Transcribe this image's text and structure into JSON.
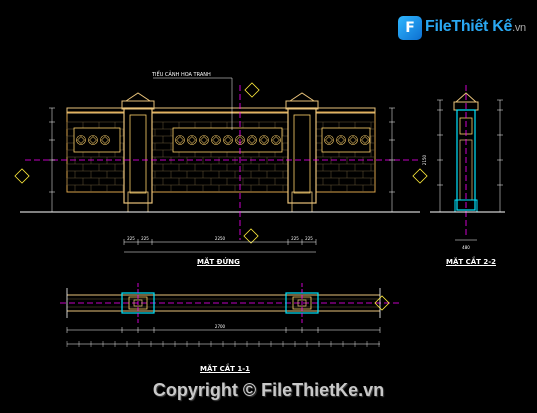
{
  "brand": {
    "name": "FileThiết Kế",
    "suffix": ".vn",
    "icon_glyph": "F",
    "primary": "#2aa8f2"
  },
  "drawing": {
    "titles": {
      "elevation": "MẶT ĐỨNG",
      "section_a": "MẶT CẮT 2-2",
      "plan": "MẶT CẮT 1-1"
    },
    "annotation": "TIỂU CẢNH HOA TRANH",
    "elevation_dims": [
      "225",
      "225",
      "2250",
      "225",
      "225"
    ],
    "plan_dims": [
      "2700"
    ],
    "section_dims": [
      "2150",
      "480"
    ],
    "colors": {
      "background": "#000000",
      "dimension": "#ffffff",
      "wall": "#d9a24a",
      "column": "#e8c27a",
      "centerline": "#ff00ff",
      "section_line": "#00e5ff",
      "panel": "#ffd36b"
    }
  },
  "copyright": "Copyright © FileThietKe.vn"
}
